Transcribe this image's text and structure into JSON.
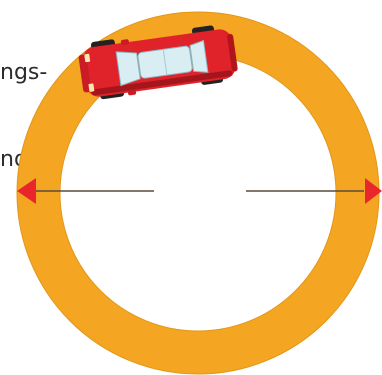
{
  "text_fragment": {
    "line1": "ngs-",
    "line2": "nd-"
  },
  "colors": {
    "ring": "#f4a521",
    "ring_edge": "#e39618",
    "arrow_line": "#5a4a3a",
    "arrow_head": "#e8262c",
    "car_body": "#e0222a",
    "car_shadow": "#a5161c",
    "car_glass": "#d9eef3",
    "tire": "#222222"
  },
  "icons": {
    "vehicle": "red-car-top-view",
    "left_arrow": "left-arrow",
    "right_arrow": "right-arrow"
  }
}
